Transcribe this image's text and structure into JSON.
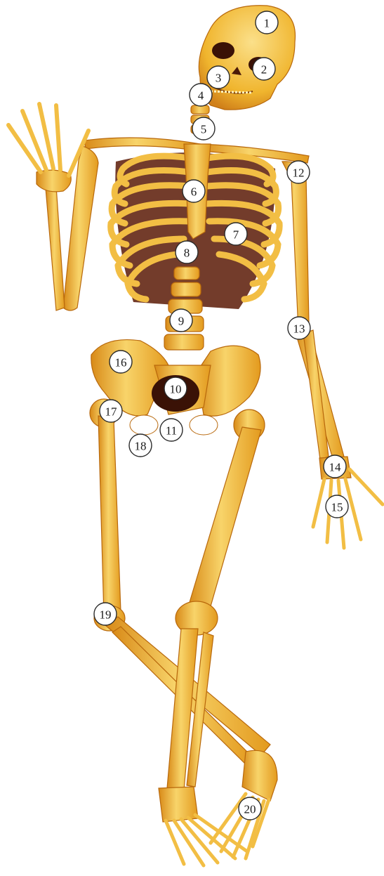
{
  "colors": {
    "bone_light": "#f8d46a",
    "bone_mid": "#f0b52e",
    "bone_dark": "#d88a18",
    "shadow": "#7a2e0a",
    "label_fill": "#ffffff",
    "label_stroke": "#2a2a2a"
  },
  "labels": [
    "1",
    "2",
    "3",
    "4",
    "5",
    "6",
    "7",
    "8",
    "9",
    "10",
    "11",
    "12",
    "13",
    "14",
    "15",
    "16",
    "17",
    "18",
    "19",
    "20"
  ]
}
